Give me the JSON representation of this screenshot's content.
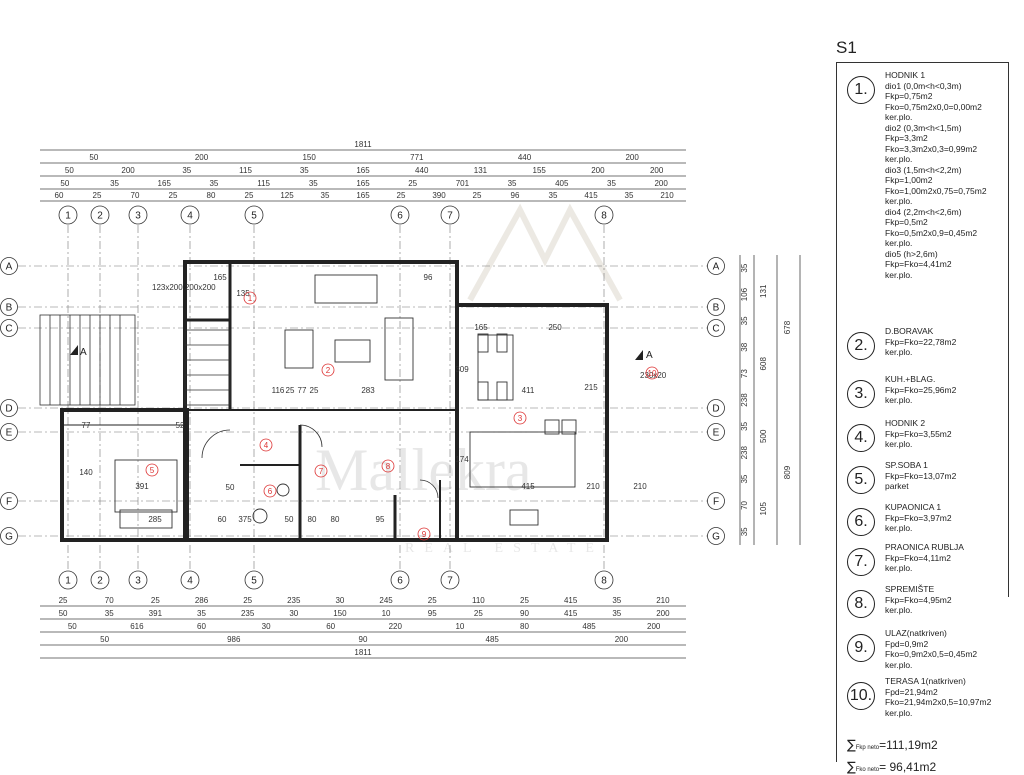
{
  "sheet": {
    "title": "S1"
  },
  "dimensions": {
    "top_total": "1811",
    "top_row1": [
      "50",
      "200",
      "150",
      "771",
      "440",
      "200"
    ],
    "top_row2": [
      "50",
      "200",
      "35",
      "115",
      "35",
      "165",
      "440",
      "131",
      "155",
      "200",
      "200"
    ],
    "top_row3": [
      "50",
      "35",
      "165",
      "35",
      "115",
      "35",
      "165",
      "25",
      "701",
      "35",
      "405",
      "35",
      "200"
    ],
    "top_row4": [
      "60",
      "25",
      "70",
      "25",
      "80",
      "25",
      "125",
      "35",
      "165",
      "25",
      "390",
      "25",
      "96",
      "35",
      "415",
      "35",
      "210"
    ],
    "bottom_row1": [
      "25",
      "70",
      "25",
      "286",
      "25",
      "235",
      "30",
      "245",
      "25",
      "110",
      "25",
      "415",
      "35",
      "210"
    ],
    "bottom_row2": [
      "50",
      "35",
      "391",
      "35",
      "235",
      "30",
      "150",
      "10",
      "95",
      "25",
      "90",
      "415",
      "35",
      "200"
    ],
    "bottom_row3": [
      "50",
      "616",
      "60",
      "30",
      "60",
      "220",
      "10",
      "80",
      "485",
      "200"
    ],
    "bottom_row4": [
      "50",
      "986",
      "90",
      "485",
      "200"
    ],
    "bottom_total": "1811",
    "right_col1": [
      "35",
      "106",
      "35",
      "38",
      "73",
      "238",
      "35",
      "238",
      "35",
      "70",
      "35"
    ],
    "right_col2": [
      "131",
      "608",
      "500",
      "105"
    ],
    "right_col3": [
      "678",
      "809"
    ],
    "interior": [
      "165",
      "96",
      "135",
      "309",
      "215",
      "174",
      "165",
      "250",
      "116",
      "25",
      "77",
      "25",
      "283",
      "411",
      "391",
      "285",
      "415",
      "210",
      "210",
      "140",
      "77",
      "52",
      "50",
      "80",
      "95",
      "60",
      "50",
      "375",
      "80"
    ]
  },
  "axes": {
    "vertical": [
      "1",
      "2",
      "3",
      "4",
      "5",
      "6",
      "7",
      "8"
    ],
    "horizontal": [
      "A",
      "B",
      "C",
      "D",
      "E",
      "F",
      "G"
    ]
  },
  "room_markers": [
    "1",
    "2",
    "3",
    "4",
    "5",
    "6",
    "7",
    "8",
    "9",
    "10"
  ],
  "plan_notes": [
    "A",
    "A",
    "123x200 200x200",
    "230x20"
  ],
  "watermark": "Mallekra",
  "watermark_sub": "REAL ESTATE",
  "rooms": [
    {
      "num": "1.",
      "name": "HODNIK 1",
      "lines": [
        "dio1 (0,0m<h<0,3m)",
        "Fkp=0,75m2",
        "Fko=0,75m2x0,0=0,00m2",
        "ker.plo.",
        "dio2 (0,3m<h<1,5m)",
        "Fkp=3,3m2",
        "Fko=3,3m2x0,3=0,99m2",
        "ker.plo.",
        "dio3 (1,5m<h<2,2m)",
        "Fkp=1,00m2",
        "Fko=1,00m2x0,75=0,75m2",
        "ker.plo.",
        "dio4 (2,2m<h<2,6m)",
        "Fkp=0,5m2",
        "Fko=0,5m2x0,9=0,45m2",
        "ker.plo.",
        "dio5 (h>2,6m)",
        "Fkp=Fko=4,41m2",
        "ker.plo."
      ]
    },
    {
      "num": "2.",
      "name": "D.BORAVAK",
      "lines": [
        "Fkp=Fko=22,78m2",
        "ker.plo."
      ]
    },
    {
      "num": "3.",
      "name": "KUH.+BLAG.",
      "lines": [
        "Fkp=Fko=25,96m2",
        "ker.plo."
      ]
    },
    {
      "num": "4.",
      "name": "HODNIK 2",
      "lines": [
        "Fkp=Fko=3,55m2",
        "ker.plo."
      ]
    },
    {
      "num": "5.",
      "name": "SP.SOBA 1",
      "lines": [
        "Fkp=Fko=13,07m2",
        "parket"
      ]
    },
    {
      "num": "6.",
      "name": "KUPAONICA 1",
      "lines": [
        "Fkp=Fko=3,97m2",
        "ker.plo."
      ]
    },
    {
      "num": "7.",
      "name": "PRAONICA RUBLJA",
      "lines": [
        "Fkp=Fko=4,11m2",
        "ker.plo."
      ]
    },
    {
      "num": "8.",
      "name": "SPREMIŠTE",
      "lines": [
        "Fkp=Fko=4,95m2",
        "ker.plo."
      ]
    },
    {
      "num": "9.",
      "name": "ULAZ(natkriven)",
      "lines": [
        "Fpd=0,9m2",
        "Fko=0,9m2x0,5=0,45m2",
        "ker.plo."
      ]
    },
    {
      "num": "10.",
      "name": "TERASA 1(natkriven)",
      "lines": [
        "Fpd=21,94m2",
        "Fko=21,94m2x0,5=10,97m2",
        "ker.plo."
      ]
    }
  ],
  "totals": [
    {
      "label": "Fkp neto",
      "value": "=111,19m2"
    },
    {
      "label": "Fko neto",
      "value": "= 96,41m2"
    }
  ],
  "colors": {
    "line": "#222222",
    "grid": "#555555",
    "marker": "#dd3333",
    "paper": "#ffffff"
  }
}
